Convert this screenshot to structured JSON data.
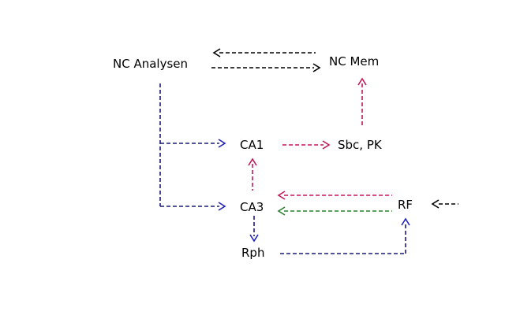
{
  "diagram": {
    "nodes": {
      "nc_analysen": "NC Analysen",
      "nc_mem": "NC Mem",
      "ca1": "CA1",
      "sbc_pk": "Sbc, PK",
      "ca3": "CA3",
      "rf": "RF",
      "rph": "Rph"
    },
    "edges": [
      {
        "from": "NC Mem",
        "to": "NC Analysen",
        "style": "dashed",
        "color": "#000000"
      },
      {
        "from": "NC Analysen",
        "to": "NC Mem",
        "style": "dashed",
        "color": "#000000"
      },
      {
        "from": "NC Analysen",
        "to": "CA1",
        "style": "dashed",
        "color": "#1a1a7a"
      },
      {
        "from": "NC Analysen",
        "to": "CA3",
        "style": "dashed",
        "color": "#1a1a7a"
      },
      {
        "from": "CA1",
        "to": "Sbc, PK",
        "style": "dashed",
        "color": "#c0185a"
      },
      {
        "from": "Sbc, PK",
        "to": "NC Mem",
        "style": "dashed",
        "color": "#c0185a"
      },
      {
        "from": "CA3",
        "to": "CA1",
        "style": "dashed",
        "color": "#c0185a"
      },
      {
        "from": "RF",
        "to": "CA3",
        "style": "dashed",
        "color": "#c0185a"
      },
      {
        "from": "RF",
        "to": "CA3",
        "style": "dashed",
        "color": "#2e7d32"
      },
      {
        "from": "CA3",
        "to": "Rph",
        "style": "dashed",
        "color": "#1a1a7a"
      },
      {
        "from": "Rph",
        "to": "RF",
        "style": "dashed",
        "color": "#1a1a7a"
      },
      {
        "from": "external",
        "to": "RF",
        "style": "dashed",
        "color": "#000000"
      }
    ],
    "colors": {
      "black": "#000000",
      "navy": "#1a1a7a",
      "arrow_blue": "#2020c0",
      "crimson": "#c0185a",
      "green": "#2e7d32"
    }
  }
}
